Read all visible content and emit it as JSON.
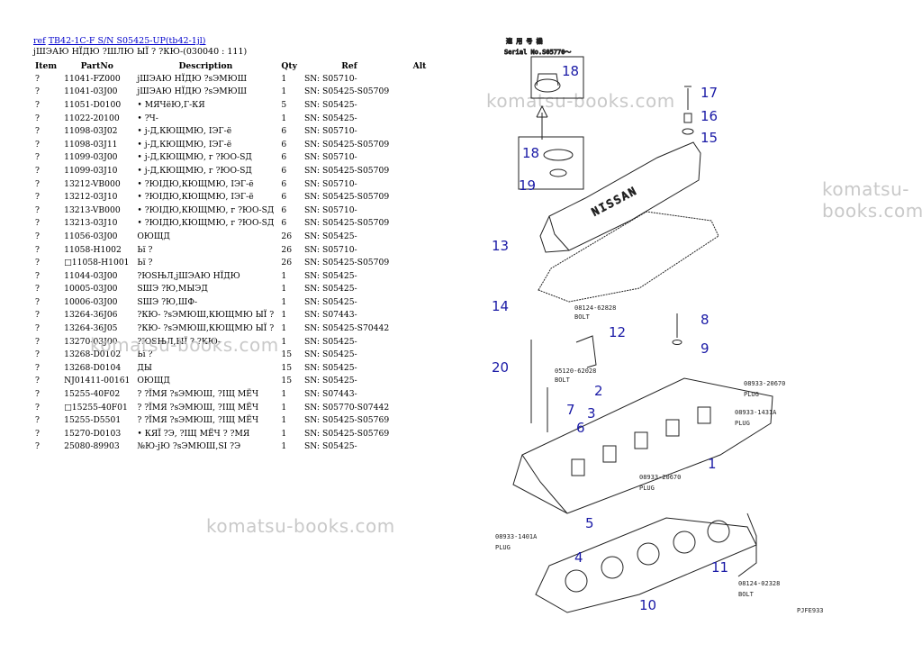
{
  "header": {
    "ref_link": "ref",
    "title": "TB42-1C-F S/N S05425-UP(tb42-1jl)",
    "subtitle": "јШЭАЮ НЇДЮ ?ШЛЮ ЫЇ ? ?КЮ-(030040 : 111)"
  },
  "columns": {
    "item": "Item",
    "partno": "PartNo",
    "description": "Description",
    "qty": "Qty",
    "ref": "Ref",
    "alt": "Alt"
  },
  "rows": [
    {
      "item": "?",
      "partno": "11041-FZ000",
      "desc": "јШЭАЮ НЇДЮ ?sЭМЮШ",
      "qty": "1",
      "ref": "SN: S05710-"
    },
    {
      "item": "?",
      "partno": "11041-03J00",
      "desc": "јШЭАЮ НЇДЮ ?sЭМЮШ",
      "qty": "1",
      "ref": "SN: S05425-S05709"
    },
    {
      "item": "?",
      "partno": "11051-D0100",
      "desc": "• МЯЧёЮ,Г-КЯ",
      "qty": "5",
      "ref": "SN: S05425-"
    },
    {
      "item": "?",
      "partno": "11022-20100",
      "desc": "• ?Ч-",
      "qty": "1",
      "ref": "SN: S05425-"
    },
    {
      "item": "?",
      "partno": "11098-03J02",
      "desc": "• ј-Д,КЮЩМЮ, ІЭГ-ё",
      "qty": "6",
      "ref": "SN: S05710-"
    },
    {
      "item": "?",
      "partno": "11098-03J11",
      "desc": "• ј-Д,КЮЩМЮ, ІЭГ-ё",
      "qty": "6",
      "ref": "SN: S05425-S05709"
    },
    {
      "item": "?",
      "partno": "11099-03J00",
      "desc": "• ј-Д,КЮЩМЮ, г ?ЮО-SД",
      "qty": "6",
      "ref": "SN: S05710-"
    },
    {
      "item": "?",
      "partno": "11099-03J10",
      "desc": "• ј-Д,КЮЩМЮ, г ?ЮО-SД",
      "qty": "6",
      "ref": "SN: S05425-S05709"
    },
    {
      "item": "?",
      "partno": "13212-VB000",
      "desc": "• ?ЮIДЮ,КЮЩМЮ, ІЭГ-ё",
      "qty": "6",
      "ref": "SN: S05710-"
    },
    {
      "item": "?",
      "partno": "13212-03J10",
      "desc": "• ?ЮIДЮ,КЮЩМЮ, ІЭГ-ё",
      "qty": "6",
      "ref": "SN: S05425-S05709"
    },
    {
      "item": "?",
      "partno": "13213-VB000",
      "desc": "• ?ЮIДЮ,КЮЩМЮ, г ?ЮО-SД",
      "qty": "6",
      "ref": "SN: S05710-"
    },
    {
      "item": "?",
      "partno": "13213-03J10",
      "desc": "• ?ЮIДЮ,КЮЩМЮ, г ?ЮО-SД",
      "qty": "6",
      "ref": "SN: S05425-S05709"
    },
    {
      "item": "?",
      "partno": "11056-03J00",
      "desc": "ОЮЩД",
      "qty": "26",
      "ref": "SN: S05425-"
    },
    {
      "item": "?",
      "partno": "11058-H1002",
      "desc": "Ьї ?",
      "qty": "26",
      "ref": "SN: S05710-"
    },
    {
      "item": "?",
      "partno": "□11058-H1001",
      "desc": "Ьї ?",
      "qty": "26",
      "ref": "SN: S05425-S05709"
    },
    {
      "item": "?",
      "partno": "11044-03J00",
      "desc": "?ЮSЊЛ,јШЭАЮ НЇДЮ",
      "qty": "1",
      "ref": "SN: S05425-"
    },
    {
      "item": "?",
      "partno": "10005-03J00",
      "desc": "SШЭ ?Ю,МЫЭД",
      "qty": "1",
      "ref": "SN: S05425-"
    },
    {
      "item": "?",
      "partno": "10006-03J00",
      "desc": "SШЭ ?Ю,ШФ-",
      "qty": "1",
      "ref": "SN: S05425-"
    },
    {
      "item": "?",
      "partno": "13264-36J06",
      "desc": "?КЮ- ?sЭМЮШ,КЮЩМЮ ЫЇ ?",
      "qty": "1",
      "ref": "SN: S07443-"
    },
    {
      "item": "?",
      "partno": "13264-36J05",
      "desc": "?КЮ- ?sЭМЮШ,КЮЩМЮ ЫЇ ?",
      "qty": "1",
      "ref": "SN: S05425-S70442"
    },
    {
      "item": "?",
      "partno": "13270-03J00",
      "desc": "?ЮSЊЛ,ЫЇ ? ?КЮ-",
      "qty": "1",
      "ref": "SN: S05425-"
    },
    {
      "item": "?",
      "partno": "13268-D0102",
      "desc": "Ьї ?",
      "qty": "15",
      "ref": "SN: S05425-"
    },
    {
      "item": "?",
      "partno": "13268-D0104",
      "desc": "ДЫ",
      "qty": "15",
      "ref": "SN: S05425-"
    },
    {
      "item": "?",
      "partno": "NJ01411-00161",
      "desc": "ОЮЩД",
      "qty": "15",
      "ref": "SN: S05425-"
    },
    {
      "item": "?",
      "partno": "15255-40F02",
      "desc": "? ?ЇМЯ ?sЭМЮШ, ?ІЩ МЁЧ",
      "qty": "1",
      "ref": "SN: S07443-"
    },
    {
      "item": "?",
      "partno": "□15255-40F01",
      "desc": "? ?ЇМЯ ?sЭМЮШ, ?ІЩ МЁЧ",
      "qty": "1",
      "ref": "SN: S05770-S07442"
    },
    {
      "item": "?",
      "partno": "15255-D5501",
      "desc": "? ?ЇМЯ ?sЭМЮШ, ?ІЩ МЁЧ",
      "qty": "1",
      "ref": "SN: S05425-S05769"
    },
    {
      "item": "?",
      "partno": "15270-D0103",
      "desc": "• КЯЇ ?Э, ?ІЩ МЁЧ ? ?МЯ",
      "qty": "1",
      "ref": "SN: S05425-S05769"
    },
    {
      "item": "?",
      "partno": "25080-89903",
      "desc": "№Ю-јЮ ?sЭМЮШ,SІ ?Э",
      "qty": "1",
      "ref": "SN: S05425-"
    }
  ],
  "watermark": "komatsu-books.com",
  "diagram": {
    "jp_header": "適 用 号 機",
    "serial_text": "Serial No.S05770～",
    "brand": "NISSAN",
    "plug_word": "PLUG",
    "bolt_word": "BOLT",
    "plug_codes": [
      "08933-20670",
      "08933-1431A",
      "08933-20670",
      "08933-1401A"
    ],
    "bolt_codes": [
      "08124-62828",
      "05120-62028",
      "08124-02328"
    ],
    "footer_code": "PJFE933",
    "callouts": [
      "1",
      "2",
      "3",
      "4",
      "5",
      "6",
      "7",
      "8",
      "9",
      "10",
      "11",
      "12",
      "13",
      "14",
      "15",
      "16",
      "17",
      "18",
      "18",
      "19",
      "20"
    ]
  }
}
